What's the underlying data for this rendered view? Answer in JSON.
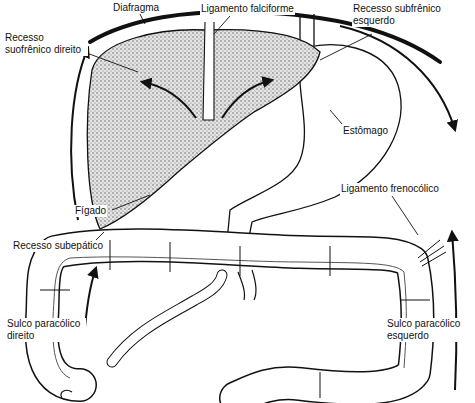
{
  "diagram": {
    "labels": [
      "Diafragma",
      "Ligamento falciforme",
      "Recesso subfrênico esquerdo",
      "Recesso suofrênico direito",
      "Estômago",
      "Fígado",
      "Recesso subepático",
      "Ligamento frenocólico",
      "Sulco paracólico direito",
      "Sulco paracólico esquerdo"
    ]
  }
}
